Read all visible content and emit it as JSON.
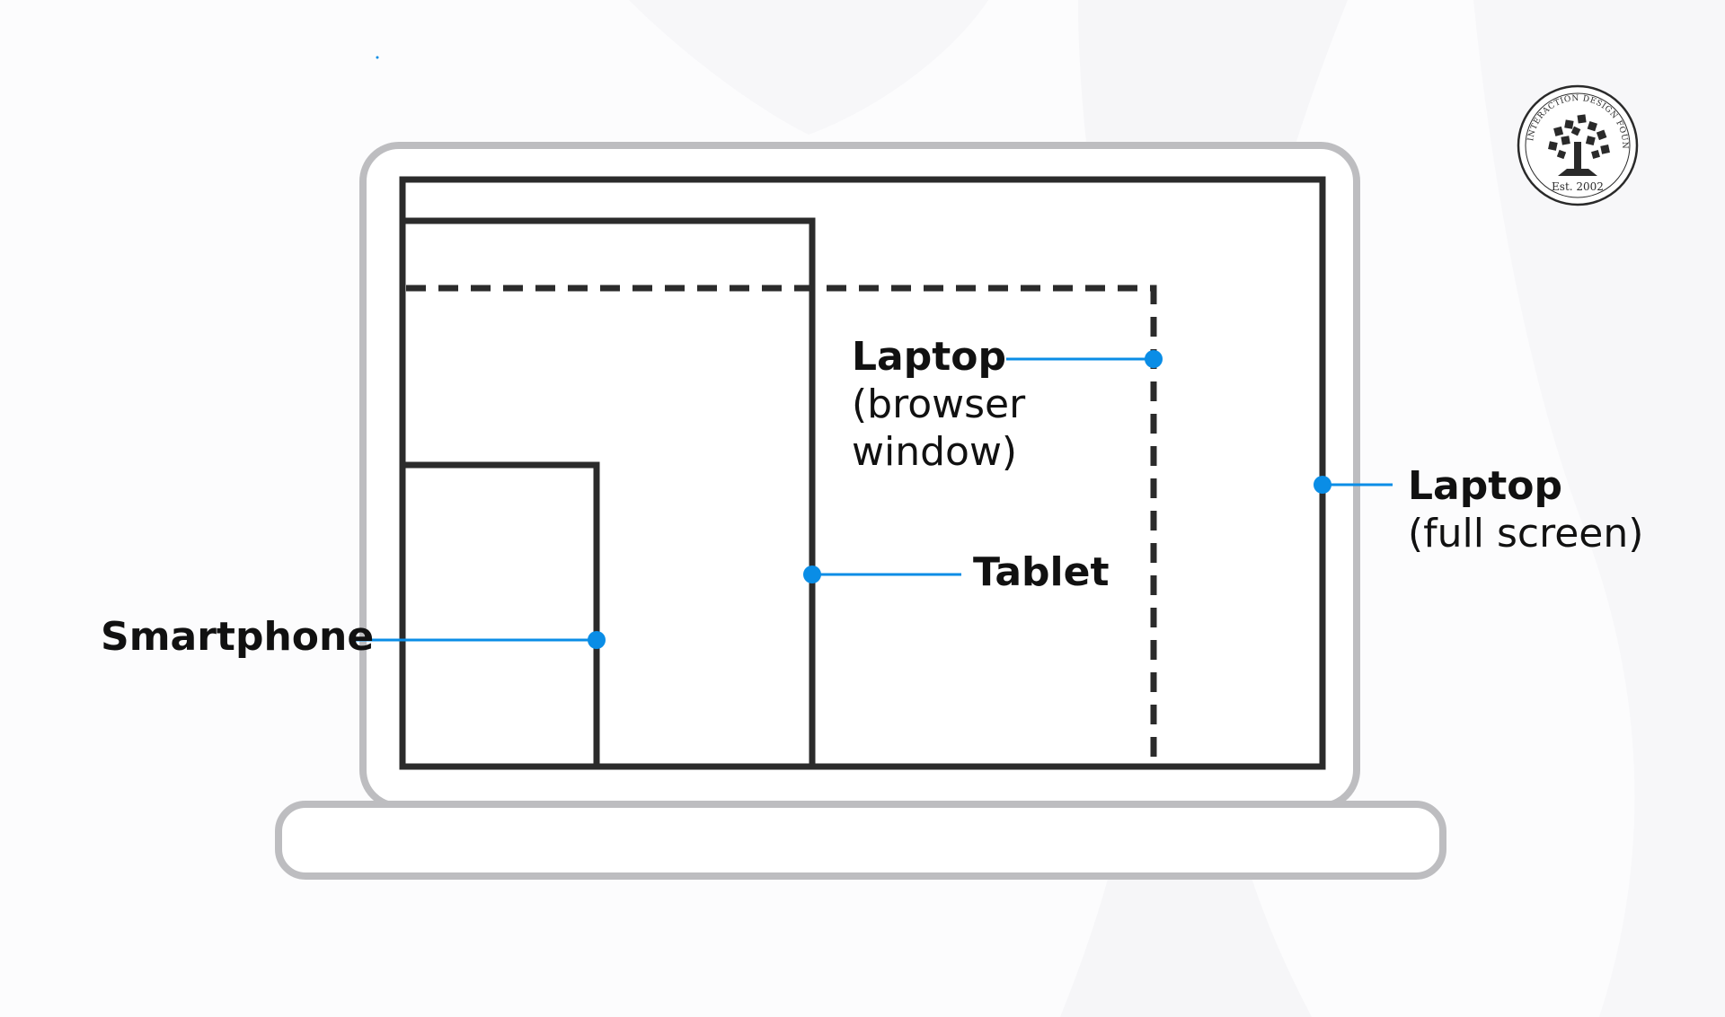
{
  "colors": {
    "background": "#fcfcfd",
    "outline": "#2b2b2b",
    "laptop_shell": "#bdbdc0",
    "accent": "#0a8de6"
  },
  "labels": {
    "smartphone": "Smartphone",
    "tablet": "Tablet",
    "laptop_browser_title": "Laptop",
    "laptop_browser_line1": "(browser",
    "laptop_browser_line2": "window)",
    "laptop_full_title": "Laptop",
    "laptop_full_sub": "(full screen)"
  },
  "logo": {
    "name": "INTERACTION DESIGN FOUNDATION",
    "established": "Est. 2002",
    "icon": "tree-icon"
  }
}
